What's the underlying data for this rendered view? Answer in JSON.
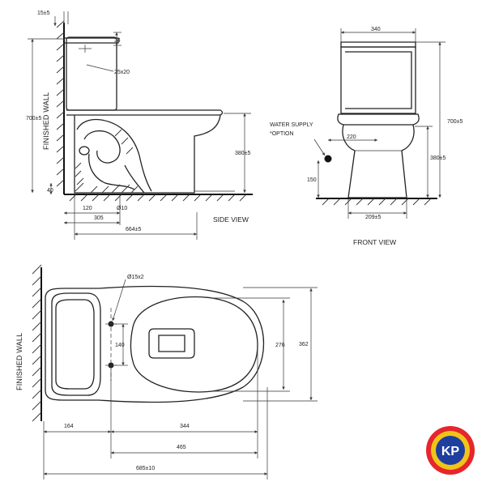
{
  "side_view": {
    "title": "SIDE VIEW",
    "wall_label": "FINISHED WALL",
    "dims": {
      "top_offset": "15±5",
      "lid_gap": "34",
      "inlet": "25x20",
      "total_height": "700±5",
      "seat_height": "380±5",
      "floor_offset": "40",
      "outlet_a": "120",
      "outlet_b": "305",
      "outlet_dia": "Ø10",
      "depth": "664±5"
    }
  },
  "front_view": {
    "title": "FRONT VIEW",
    "water_supply": [
      "WATER SUPPLY",
      "*OPTION"
    ],
    "dims": {
      "tank_width": "340",
      "supply_offset": "220",
      "total_height": "700±5",
      "seat_height": "380±5",
      "supply_height": "150",
      "base_width": "209±5"
    }
  },
  "top_view": {
    "wall_label": "FINISHED WALL",
    "dims": {
      "bolts": "Ø15x2",
      "bolt_spacing": "140",
      "inner_width": "276",
      "outer_width": "362",
      "wall_to_bolts": "164",
      "bowl_length": "344",
      "bolts_to_front": "465",
      "overall_length": "685±10"
    }
  },
  "logo": {
    "text": "KP"
  }
}
